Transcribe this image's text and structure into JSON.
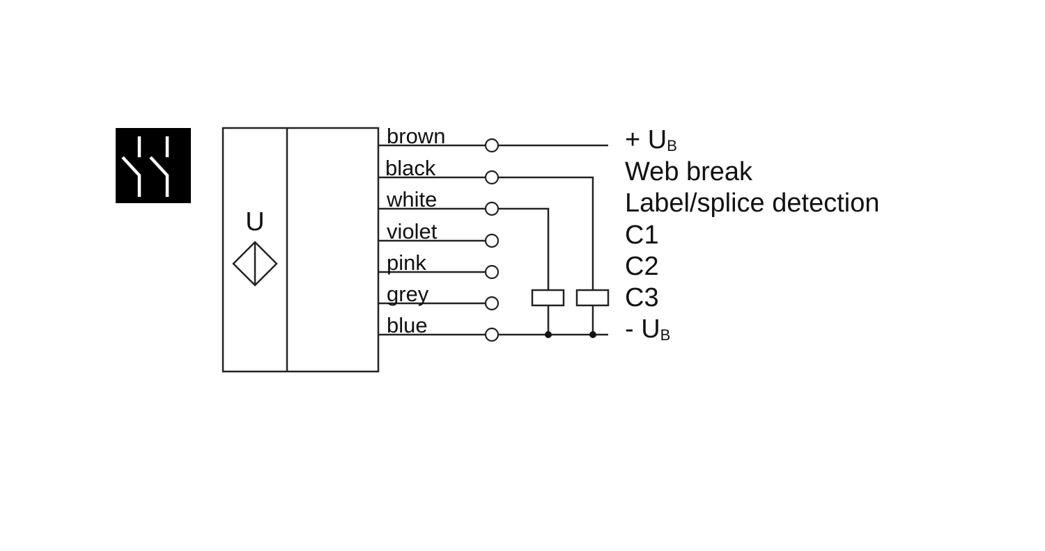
{
  "colors": {
    "line": "#222222",
    "icon_background": "#000000",
    "icon_stroke": "#ffffff"
  },
  "icons": {
    "switch_symbol": "double-switch-icon",
    "sensor_symbol": "ultrasonic-sensor-icon"
  },
  "sensor": {
    "label": "U"
  },
  "wires": [
    {
      "label": "brown"
    },
    {
      "label": "black"
    },
    {
      "label": "white"
    },
    {
      "label": "violet"
    },
    {
      "label": "pink"
    },
    {
      "label": "grey"
    },
    {
      "label": "blue"
    }
  ],
  "signals": {
    "plus_ub": {
      "prefix": "+ U",
      "sub": "B"
    },
    "web_break": "Web break",
    "label_splice": "Label/splice detection",
    "c1": "C1",
    "c2": "C2",
    "c3": "C3",
    "minus_ub": {
      "prefix": "- U",
      "sub": "B"
    }
  }
}
